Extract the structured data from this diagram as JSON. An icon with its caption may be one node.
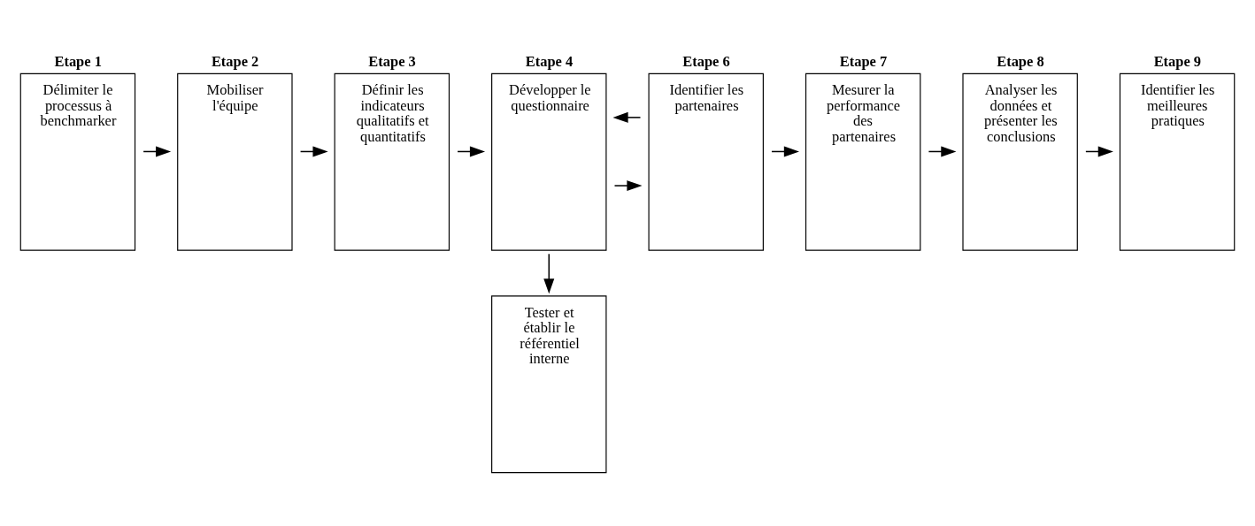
{
  "diagram": {
    "nodes": [
      {
        "text": [
          "Etape 1",
          "Délimiter le processus à benchmarker"
        ]
      },
      {
        "text": [
          "Etape 2",
          "Mobiliser l'équipe"
        ]
      },
      {
        "text": [
          "Etape 3",
          "Définir les indicateurs qualitatifs et quantitatifs"
        ]
      },
      {
        "text": [
          "Etape 4",
          "Développer le questionnaire"
        ]
      },
      {
        "text": [
          "Tester et établir le référentiel interne"
        ]
      },
      {
        "text": [
          "Etape 6",
          "Identifier les partenaires"
        ]
      },
      {
        "text": [
          "Etape 7",
          "Mesurer la performance des partenaires"
        ]
      },
      {
        "text": [
          "Etape 8",
          "Analyser les données et présenter les conclusions"
        ]
      },
      {
        "text": [
          "Etape 9",
          "Identifier les meilleures pratiques"
        ]
      }
    ],
    "edges": [
      {
        "from": 0,
        "to": 1,
        "arrow": "to"
      },
      {
        "from": 1,
        "to": 2,
        "arrow": "to"
      },
      {
        "from": 2,
        "to": 3,
        "arrow": "to"
      },
      {
        "from": 3,
        "to": 4,
        "arrow": "to"
      },
      {
        "from": 3,
        "to": 5,
        "arrow": "to"
      },
      {
        "from": 5,
        "to": 3,
        "arrow": "to"
      },
      {
        "from": 5,
        "to": 6,
        "arrow": "to"
      },
      {
        "from": 6,
        "to": 7,
        "arrow": "to"
      },
      {
        "from": 7,
        "to": 8,
        "arrow": "to"
      }
    ]
  }
}
